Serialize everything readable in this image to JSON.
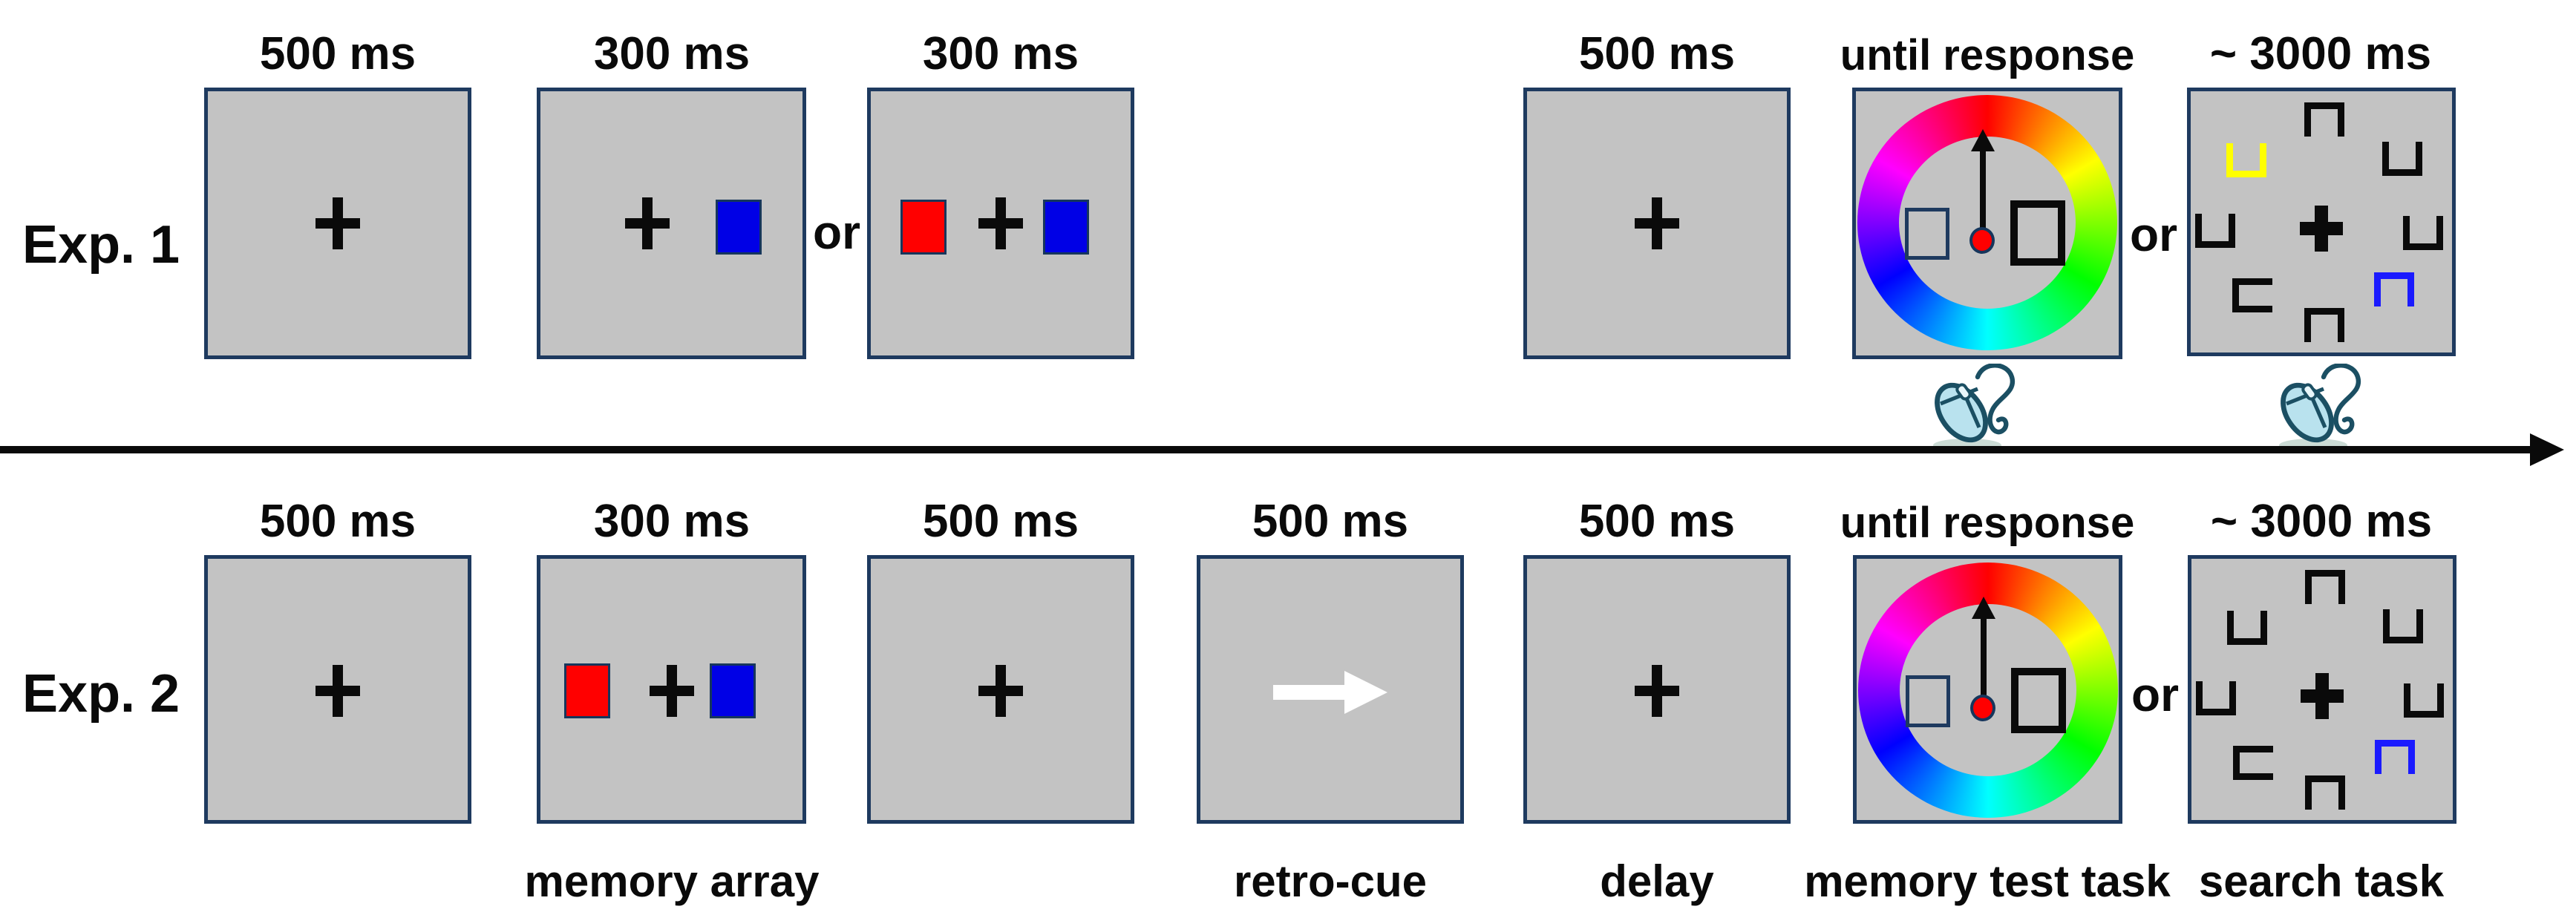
{
  "exp1": {
    "label": "Exp. 1",
    "t1": "500 ms",
    "t2": "300 ms",
    "t3": "300 ms",
    "t4": "500 ms",
    "t5": "until response",
    "t6": "~ 3000 ms",
    "or1": "or",
    "or2": "or"
  },
  "exp2": {
    "label": "Exp. 2",
    "t1": "500 ms",
    "t2": "300 ms",
    "t3": "500 ms",
    "t4": "500 ms",
    "t5": "500 ms",
    "t6": "until response",
    "t7": "~ 3000 ms",
    "or": "or"
  },
  "captions": {
    "memory_array": "memory array",
    "retro_cue": "retro-cue",
    "delay": "delay",
    "memory_test": "memory test task",
    "search_task": "search task"
  },
  "stimuli": {
    "screen_background": "#c3c3c3",
    "screen_border": "#1e3a5f",
    "fixation_cross_color": "#0a0a0a",
    "memory_square_red": "#ff0000",
    "memory_square_blue": "#0000e6",
    "retro_cue_arrow_color": "#ffffff",
    "search_distractor_color": "#0a0a0a",
    "search_singleton_yellow": "#ffff00",
    "search_target_blue": "#1a1aff",
    "wheel_probe_dot": "#ff0000",
    "wheel_colors": "hue circle: red top, clockwise orange-yellow-green-cyan-blue-violet-magenta",
    "mouse_icon_fill": "#b9e2ee",
    "mouse_icon_outline": "#1b4f63"
  }
}
